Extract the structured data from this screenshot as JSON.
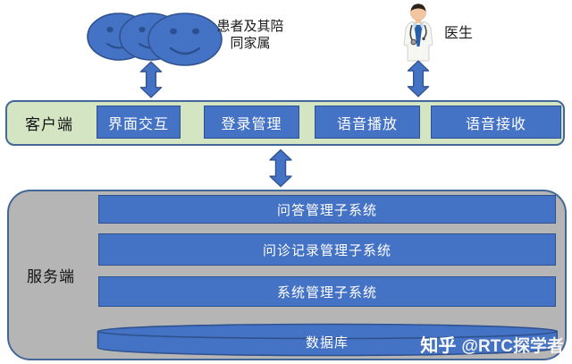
{
  "diagram": {
    "actors": {
      "patients": {
        "label_line1": "患者及其陪",
        "label_line2": "同家属",
        "icon": "smiley-group-icon"
      },
      "doctor": {
        "label": "医生",
        "icon": "doctor-icon"
      }
    },
    "client": {
      "label": "客户端",
      "modules": [
        "界面交互",
        "登录管理",
        "语音播放",
        "语音接收"
      ]
    },
    "server": {
      "label": "服务端",
      "subsystems": [
        "问答管理子系统",
        "问诊记录管理子系统",
        "系统管理子系统"
      ],
      "database_label": "数据库",
      "database_icon": "database-cylinder-icon"
    },
    "connectors": {
      "icon": "double-arrow-icon",
      "count": 3
    },
    "watermark": {
      "brand": "知乎",
      "handle": "@RTC探学者"
    },
    "colors": {
      "shape_blue": "#4472C4",
      "shape_blue_dark": "#2F528F",
      "client_green": "#d3e5c3",
      "panel_border": "#44679a",
      "server_gray": "#b5b5b5",
      "text_dark": "#1a1a1a",
      "text_light": "#ffffff"
    }
  }
}
